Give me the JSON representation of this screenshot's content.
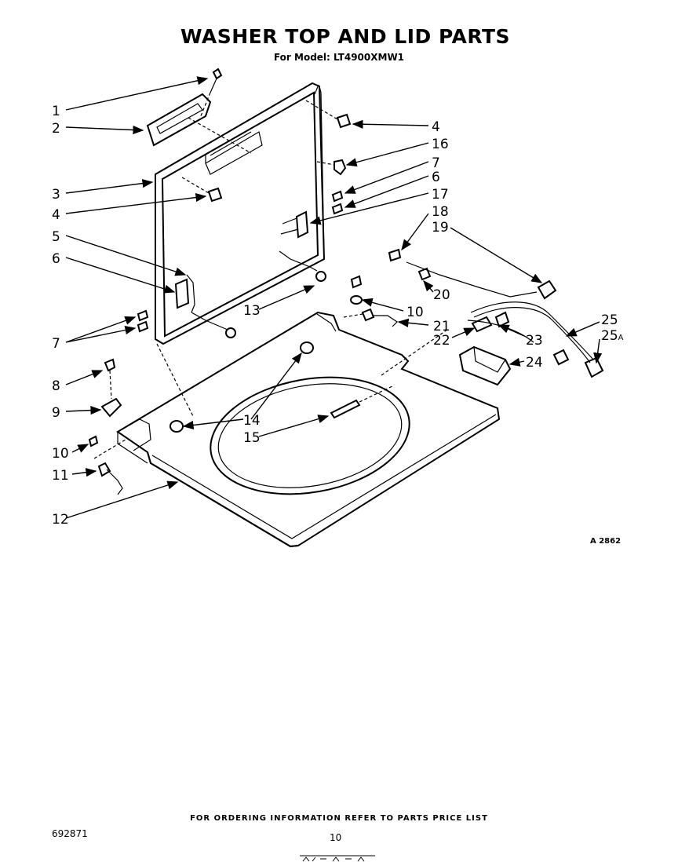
{
  "title": "WASHER TOP AND LID PARTS",
  "subtitle": "For Model: LT4900XMW1",
  "diagram_code": "A 2862",
  "footer_text": "FOR ORDERING INFORMATION REFER TO PARTS PRICE LIST",
  "document_number": "692871",
  "page_number": "10",
  "callouts": {
    "c1": "1",
    "c2": "2",
    "c3": "3",
    "c4a": "4",
    "c4b": "4",
    "c5": "5",
    "c6a": "6",
    "c6b": "6",
    "c7a": "7",
    "c7b": "7",
    "c8": "8",
    "c9": "9",
    "c10a": "10",
    "c10b": "10",
    "c11": "11",
    "c12": "12",
    "c13": "13",
    "c14": "14",
    "c15": "15",
    "c16": "16",
    "c17": "17",
    "c18": "18",
    "c19": "19",
    "c20": "20",
    "c21": "21",
    "c22": "22",
    "c23": "23",
    "c24": "24",
    "c25": "25",
    "c25a": "25",
    "c25a_suffix": "A"
  }
}
